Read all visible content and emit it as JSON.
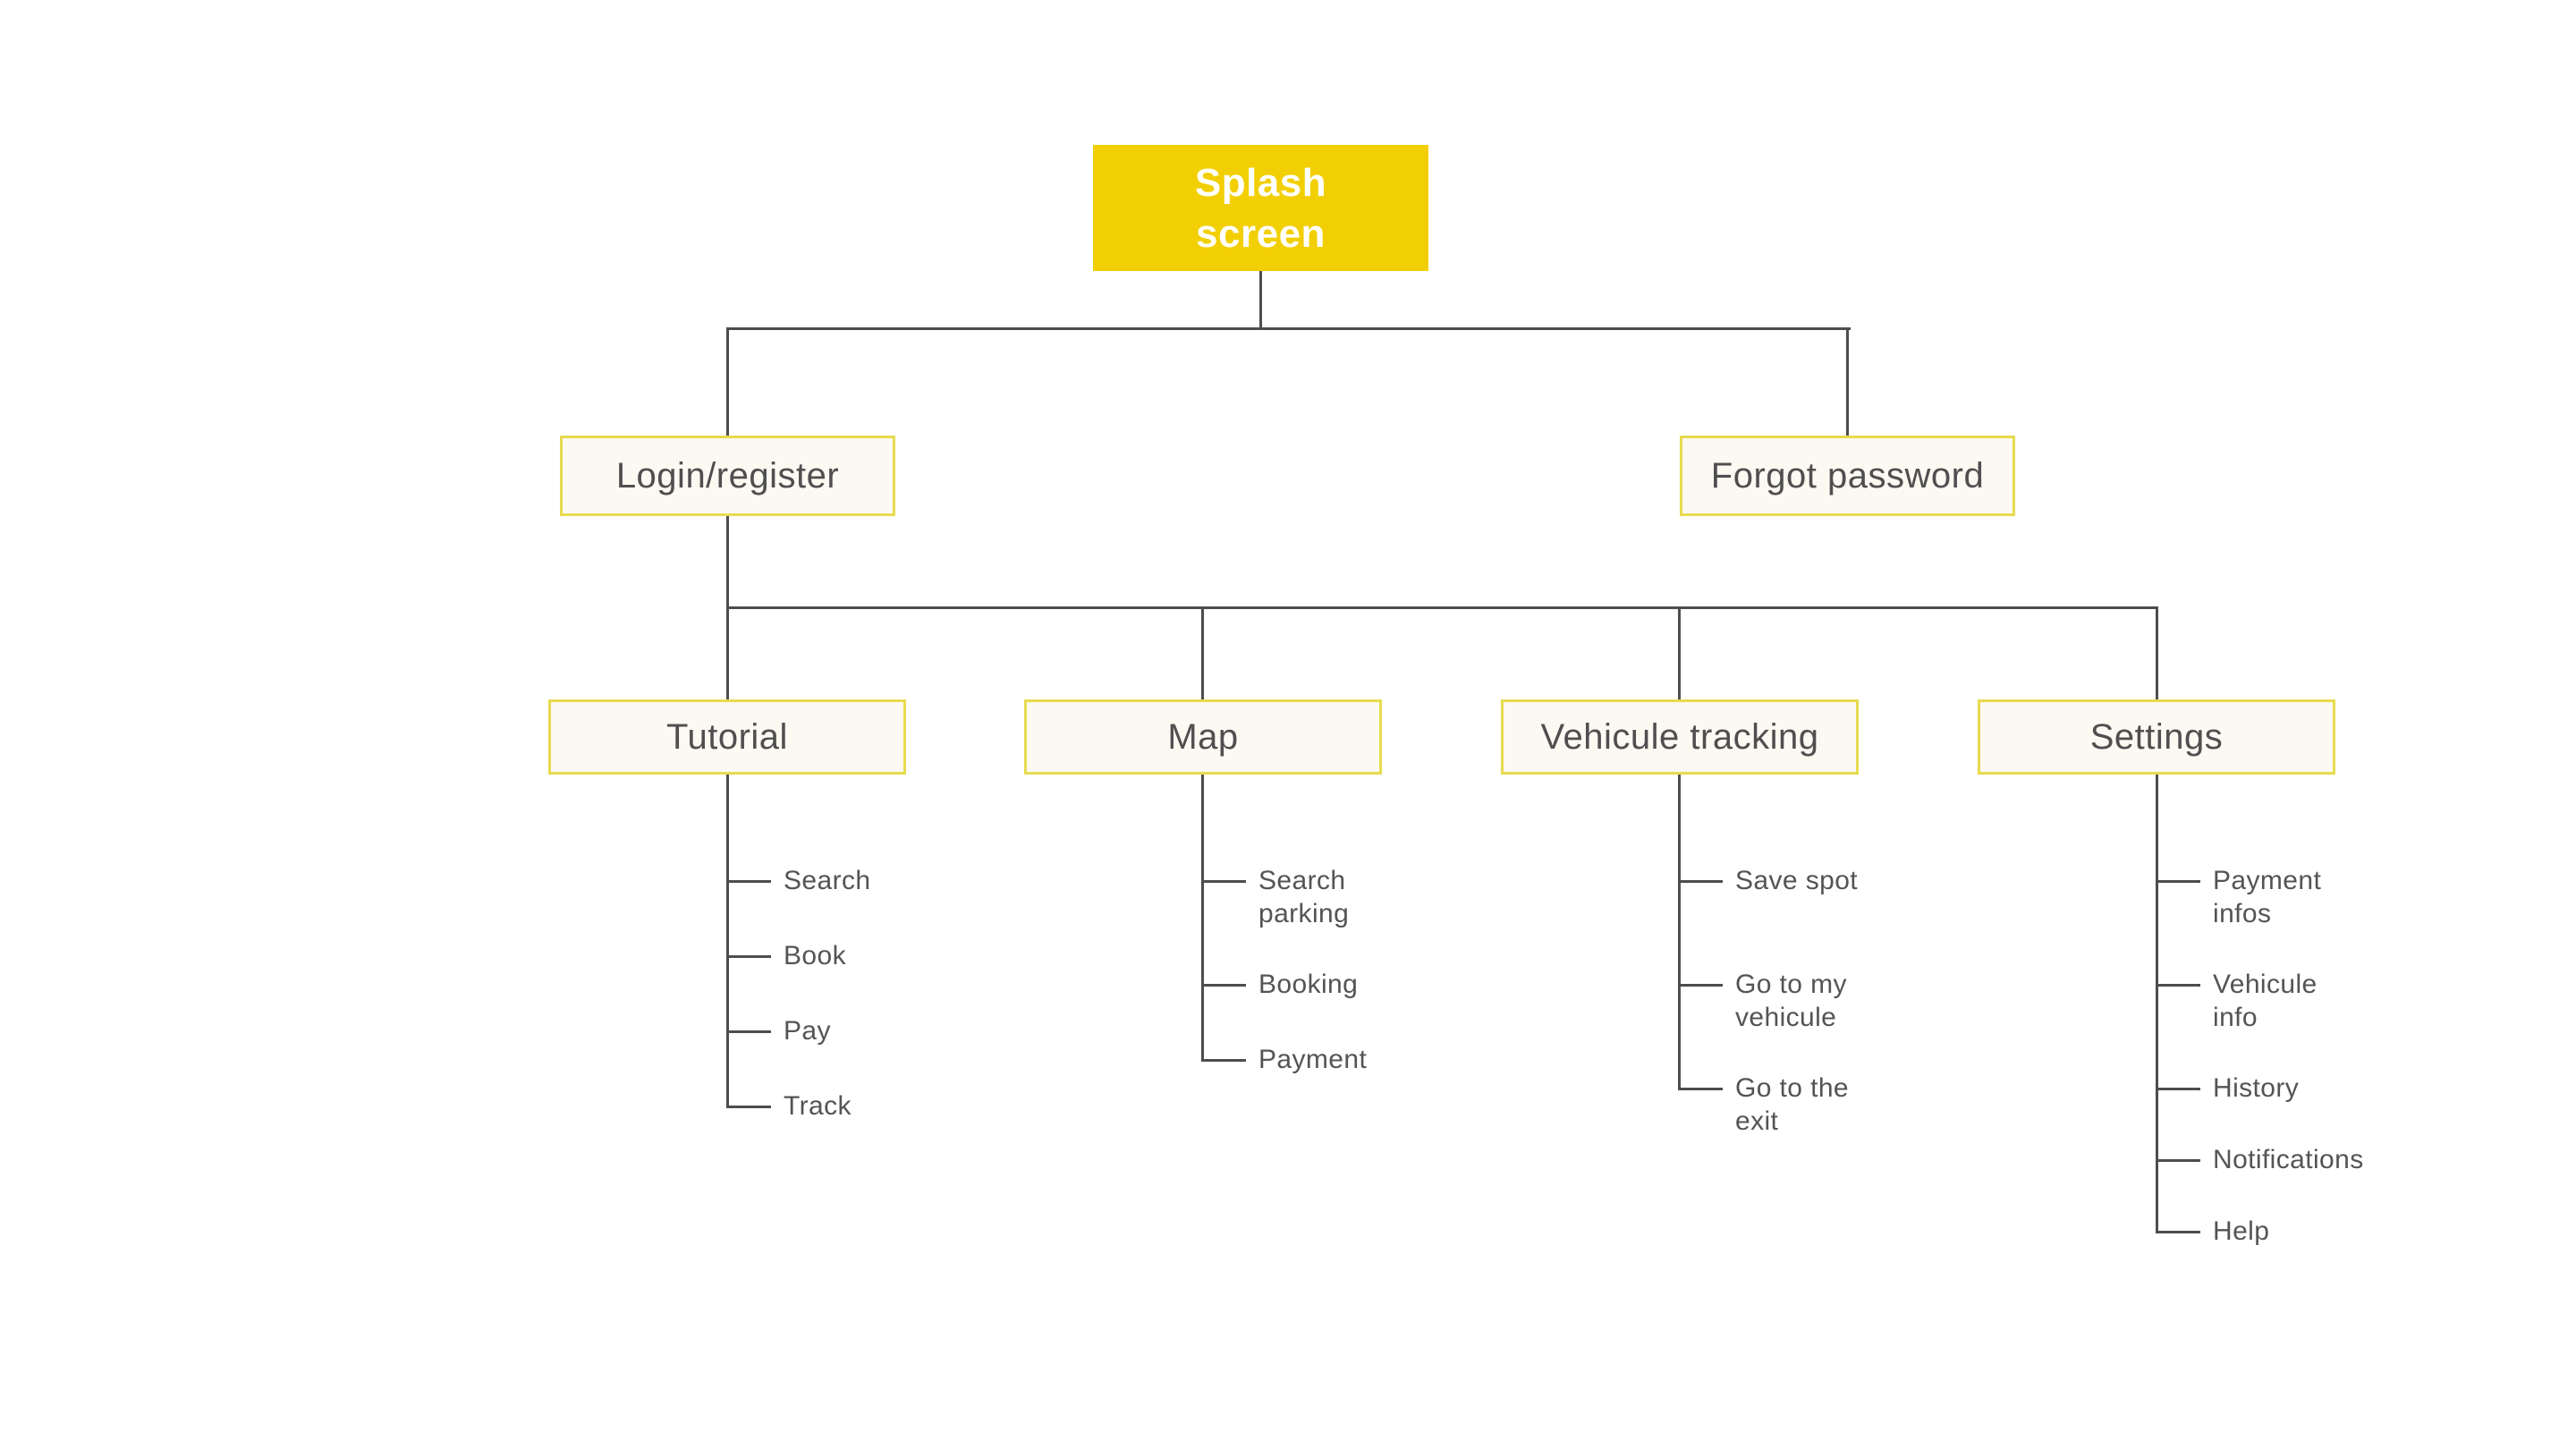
{
  "colors": {
    "root_fill": "#f2cf02",
    "root_text": "#ffffff",
    "sub_box_fill": "#fcf8f2",
    "sub_box_border": "#e7db4f",
    "connector_gray": "#4d4d4d",
    "text_gray": "#4f4f4f"
  },
  "sitemap": {
    "root": {
      "label": "Splash\nscreen"
    },
    "level1": [
      {
        "label": "Login/register"
      },
      {
        "label": "Forgot password"
      }
    ],
    "sections": [
      {
        "label": "Tutorial",
        "children": [
          "Search",
          "Book",
          "Pay",
          "Track"
        ]
      },
      {
        "label": "Map",
        "children": [
          "Search\nparking",
          "Booking",
          "Payment"
        ]
      },
      {
        "label": "Vehicule tracking",
        "children": [
          "Save spot",
          "Go to my\nvehicule",
          "Go to the\nexit"
        ]
      },
      {
        "label": "Settings",
        "children": [
          "Payment\ninfos",
          "Vehicule\ninfo",
          "History",
          "Notifications",
          "Help"
        ]
      }
    ]
  }
}
